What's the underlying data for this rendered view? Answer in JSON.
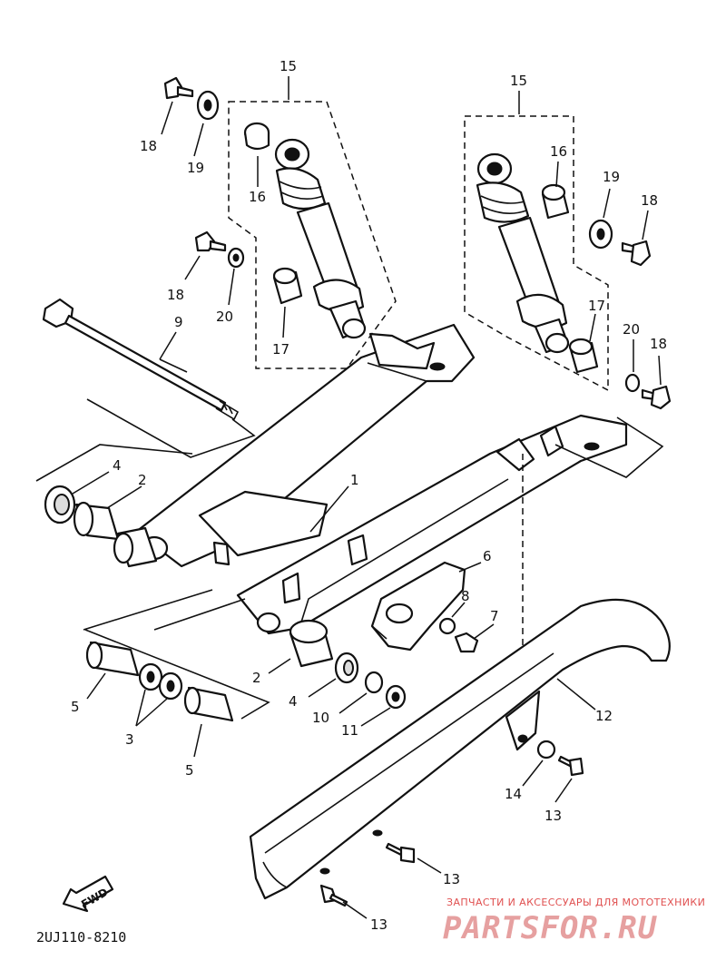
{
  "diagram": {
    "part_numbers": {
      "swingarm": "1",
      "bushing_left_top": "2",
      "bushing_left_bottom": "2",
      "washers_group": "3",
      "seal_left_top": "4",
      "seal_left_bottom": "4",
      "collar_left": "5",
      "collar_right": "5",
      "chain_puller": "6",
      "bolt_7": "7",
      "washer_8": "8",
      "pivot_shaft": "9",
      "washer_10": "10",
      "nut_11": "11",
      "chain_case": "12",
      "screw_13_right": "13",
      "screw_13_middle": "13",
      "screw_13_bottom": "13",
      "washer_14": "14",
      "shock_left": "15",
      "shock_right": "15",
      "bush_16_left": "16",
      "bush_16_right": "16",
      "bush_17_left": "17",
      "bush_17_right": "17",
      "bolt_18_left_top": "18",
      "bolt_18_left_mid": "18",
      "bolt_18_right_top": "18",
      "bolt_18_right_bottom": "18",
      "washer_19_left": "19",
      "washer_19_right": "19",
      "washer_20_left": "20",
      "washer_20_right": "20"
    },
    "fwd_label": "FWD",
    "diagram_code": "2UJ110-8210"
  },
  "watermark": {
    "tagline": "ЗАПЧАСТИ И АКСЕССУАРЫ ДЛЯ МОТОТЕХНИКИ",
    "logo": "PARTSFOR.RU"
  },
  "colors": {
    "line": "#111111",
    "background": "#ffffff",
    "watermark_text": "#e05050",
    "watermark_logo": "#e6a0a0"
  }
}
